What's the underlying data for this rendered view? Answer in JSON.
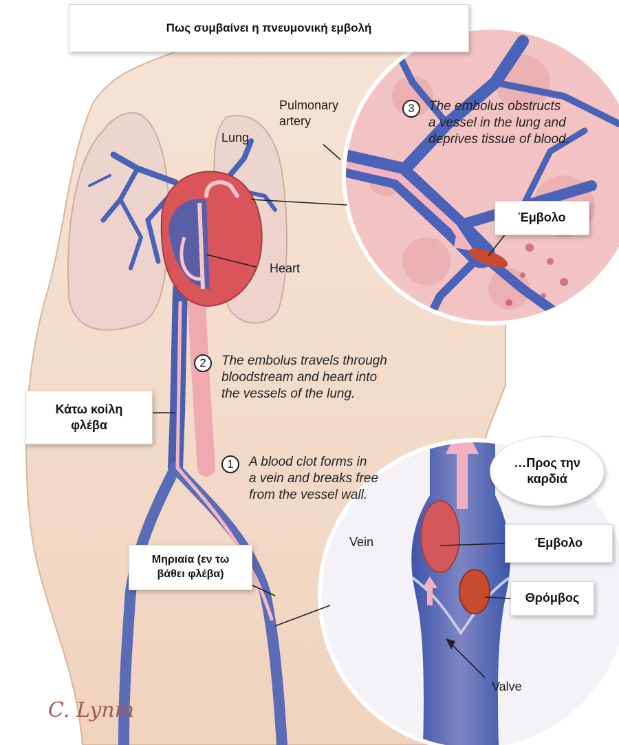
{
  "title": "Πως συμβαίνει η πνευμονική εμβολή",
  "labels": {
    "lung": "Lung",
    "heart": "Heart",
    "pulmonary_artery": "Pulmonary\nartery",
    "vein": "Vein",
    "valve": "Valve"
  },
  "steps": [
    {
      "number": "1",
      "text": "A blood clot forms in\na vein and breaks free\nfrom the vessel wall."
    },
    {
      "number": "2",
      "text": "The embolus travels through\nbloodstream and heart into\nthe vessels of the lung."
    },
    {
      "number": "3",
      "text": "The embolus obstructs\na vessel in the lung and\ndeprives tissue of blood."
    }
  ],
  "boxes": {
    "embolus_lung": "Έμβολο",
    "ivc": "Κάτω κοίλη\nφλέβα",
    "femoral": "Μηριαία (εν τω\nβάθει φλέβα)",
    "to_heart": "…Προς την\nκαρδιά",
    "embolus_vein": "Έμβολο",
    "thrombus": "Θρόμβος"
  },
  "signature": "C. Lynm",
  "colors": {
    "skin": "#f3d9c4",
    "vein_blue": "#4a63b8",
    "artery_pink": "#ee9aa6",
    "heart_red": "#d9555a",
    "lung_tissue": "#f4c9c9",
    "clot": "#c94a2e"
  }
}
